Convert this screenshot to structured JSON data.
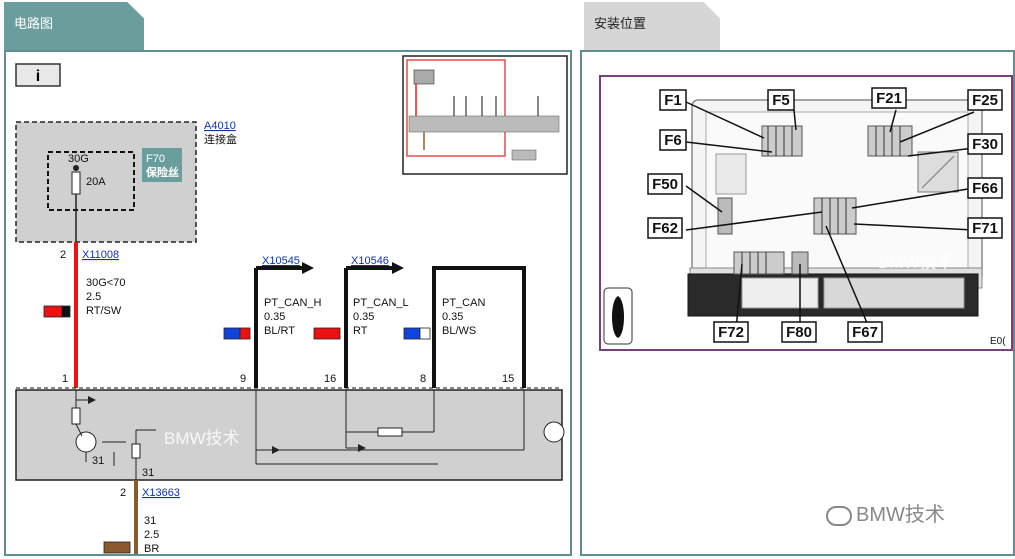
{
  "tabs": {
    "left": "电路图",
    "right": "安装位置"
  },
  "info_button": "i",
  "circuit": {
    "component_id": "A4010",
    "component_name": "连接盒",
    "fuse_pin": "30G",
    "fuse_rating": "20A",
    "fuse_id": "F70",
    "fuse_name": "保险丝",
    "connector_top": "X11008",
    "connector_top_pin": "2",
    "wire1": {
      "signal": "30G<70",
      "size": "2.5",
      "color": "RT/SW",
      "pin": "1",
      "swatch": [
        "#ee1111",
        "#111111"
      ]
    },
    "wire2": {
      "connector": "X10545",
      "signal": "PT_CAN_H",
      "size": "0.35",
      "color": "BL/RT",
      "pin": "9",
      "swatch": [
        "#1144dd",
        "#ee1111"
      ]
    },
    "wire3": {
      "connector": "X10546",
      "signal": "PT_CAN_L",
      "size": "0.35",
      "color": "RT",
      "pin": "16",
      "swatch": [
        "#ee1111",
        "#ee1111"
      ]
    },
    "wire4": {
      "signal": "PT_CAN",
      "size": "0.35",
      "color": "BL/WS",
      "pin": "8",
      "pin2": "15",
      "swatch": [
        "#1144dd",
        "#ffffff"
      ]
    },
    "ground_label_a": "31",
    "ground_label_b": "31",
    "connector_bottom": "X13663",
    "connector_bottom_pin": "2",
    "wire5": {
      "signal": "31",
      "size": "2.5",
      "color": "BR",
      "swatch": [
        "#8b5a2b",
        "#8b5a2b"
      ]
    }
  },
  "location": {
    "fuses": [
      "F1",
      "F5",
      "F21",
      "F25",
      "F6",
      "F30",
      "F50",
      "F66",
      "F62",
      "F71",
      "F72",
      "F80",
      "F67"
    ],
    "corner_code": "E0("
  },
  "watermarks": {
    "diagram": "BMW技术",
    "photo": "BMW技术",
    "footer": "BMW技术"
  }
}
